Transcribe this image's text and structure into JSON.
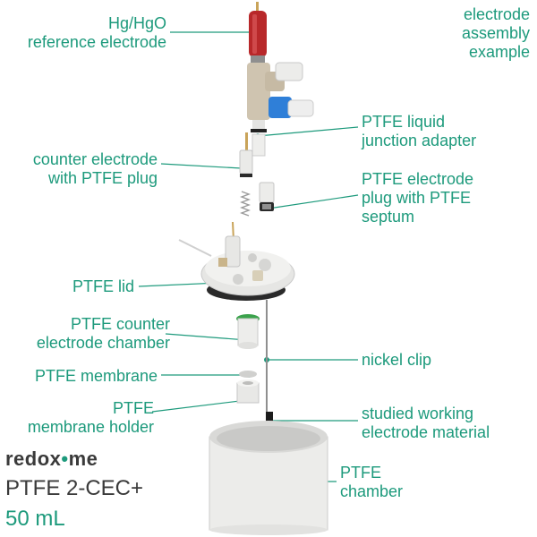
{
  "labels": {
    "ref_electrode": [
      "Hg/HgO",
      "reference electrode"
    ],
    "example": [
      "electrode",
      "assembly",
      "example"
    ],
    "junction_adapter": [
      "PTFE liquid",
      "junction adapter"
    ],
    "counter_electrode": [
      "counter electrode",
      "with PTFE plug"
    ],
    "electrode_plug": [
      "PTFE electrode",
      "plug with PTFE",
      "septum"
    ],
    "lid": [
      "PTFE lid"
    ],
    "counter_chamber": [
      "PTFE counter",
      "electrode chamber"
    ],
    "nickel_clip": [
      "nickel clip"
    ],
    "membrane": [
      "PTFE membrane"
    ],
    "membrane_holder": [
      "PTFE",
      "membrane holder"
    ],
    "working_electrode": [
      "studied working",
      "electrode material"
    ],
    "chamber": [
      "PTFE",
      "chamber"
    ]
  },
  "brand": {
    "prefix": "redox",
    "dot": "•",
    "suffix": "me"
  },
  "product": {
    "name": "PTFE 2-CEC+",
    "volume": "50 mL"
  },
  "colors": {
    "accent": "#1d9a7c",
    "text_dark": "#3a3a3a",
    "part_light": "#e8e8e6",
    "part_tan": "#cfc4b0",
    "ref_red": "#b8282a",
    "connector_blue": "#2f7fd8"
  }
}
